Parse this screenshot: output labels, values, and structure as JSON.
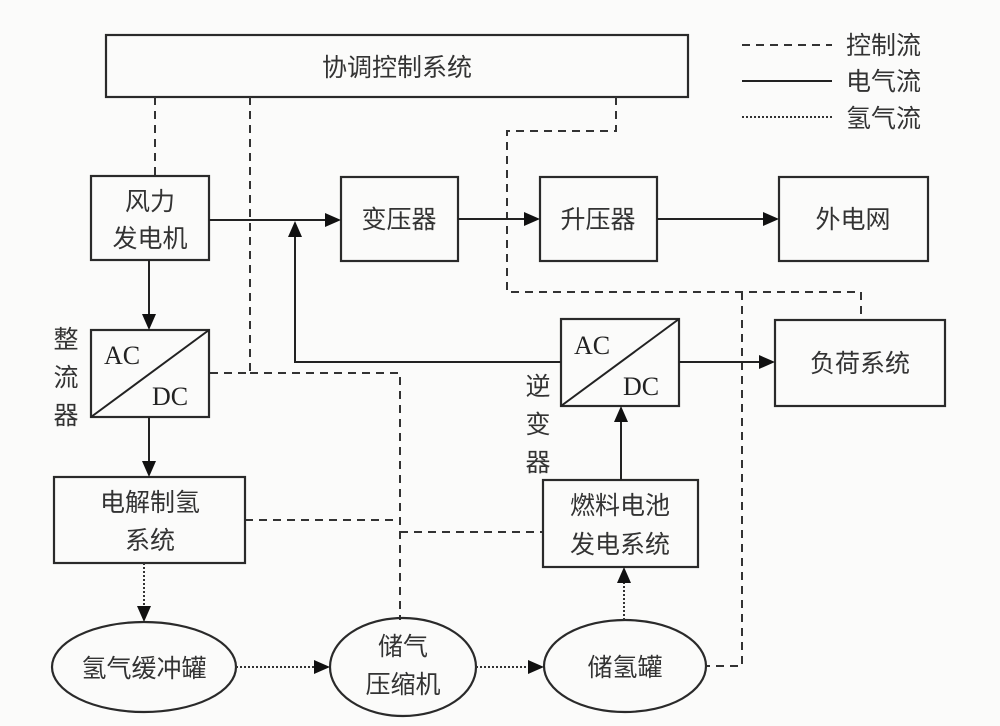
{
  "legend": [
    {
      "style": "dashed",
      "label": "控制流"
    },
    {
      "style": "solid",
      "label": "电气流"
    },
    {
      "style": "dotted",
      "label": "氢气流"
    }
  ],
  "nodes": {
    "control": "协调控制系统",
    "wind_line1": "风力",
    "wind_line2": "发电机",
    "transformer": "变压器",
    "booster": "升压器",
    "grid": "外电网",
    "rectifier_side": [
      "整",
      "流",
      "器"
    ],
    "rectifier_ac": "AC",
    "rectifier_dc": "DC",
    "inverter_side": [
      "逆",
      "变",
      "器"
    ],
    "inverter_ac": "AC",
    "inverter_dc": "DC",
    "load": "负荷系统",
    "electrolysis_line1": "电解制氢",
    "electrolysis_line2": "系统",
    "fuelcell_line1": "燃料电池",
    "fuelcell_line2": "发电系统",
    "buffer_tank": "氢气缓冲罐",
    "compressor_line1": "储气",
    "compressor_line2": "压缩机",
    "storage_tank": "储氢罐"
  }
}
